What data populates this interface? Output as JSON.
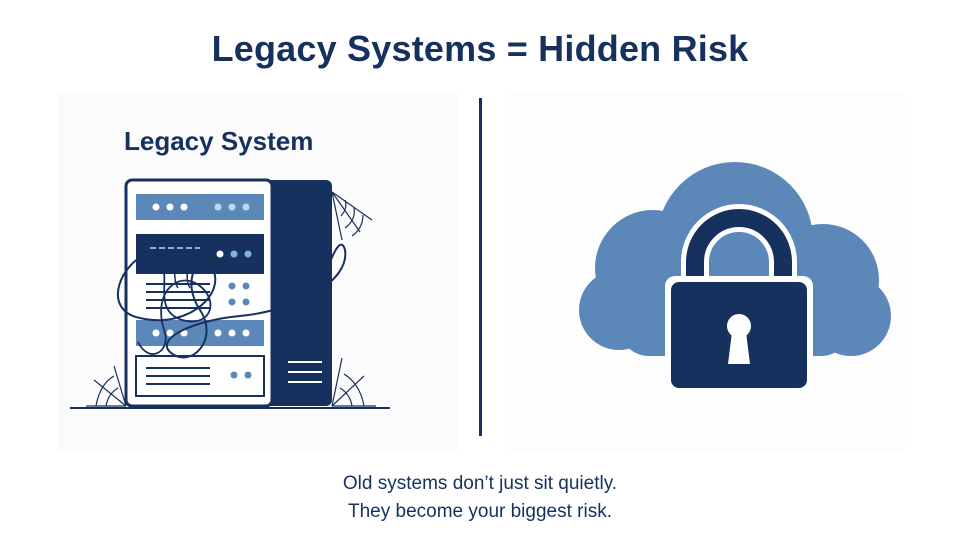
{
  "slide": {
    "title": "Legacy Systems = Hidden Risk",
    "legacy_label": "Legacy System",
    "caption_line1": "Old systems don’t just sit quietly.",
    "caption_line2": "They become your biggest risk."
  },
  "icons": {
    "left": "legacy-server-rack-with-cobwebs-icon",
    "right": "cloud-padlock-icon"
  },
  "colors": {
    "navy": "#17315e",
    "mid_blue": "#5b87b9",
    "light_blue": "#7fb3e6",
    "background": "#ffffff"
  }
}
